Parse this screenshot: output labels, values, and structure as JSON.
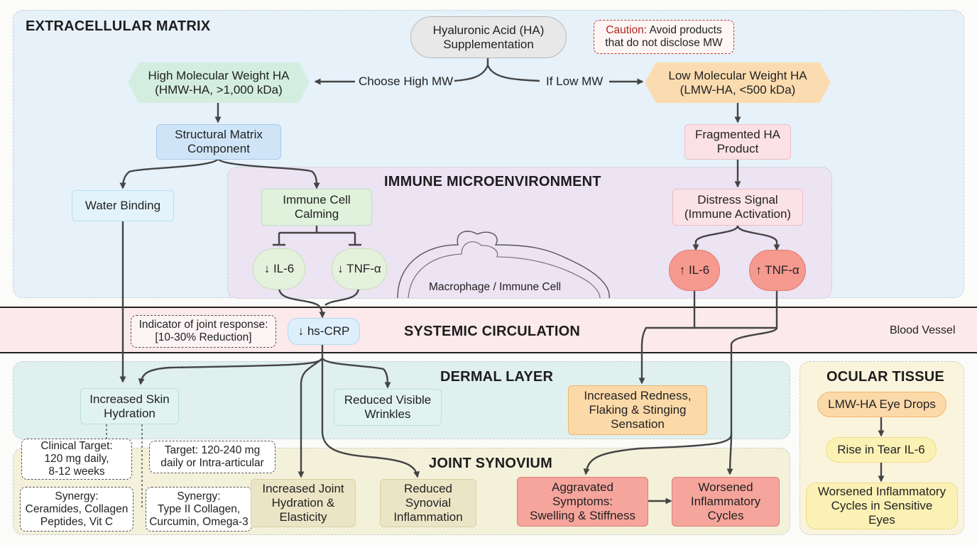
{
  "regions": {
    "ecm": "EXTRACELLULAR MATRIX",
    "immune": "IMMUNE MICROENVIRONMENT",
    "systemic": "SYSTEMIC CIRCULATION",
    "blood_vessel": "Blood Vessel",
    "dermal": "DERMAL LAYER",
    "ocular": "OCULAR TISSUE",
    "joint": "JOINT SYNOVIUM"
  },
  "nodes": {
    "ha": "Hyaluronic Acid (HA)\nSupplementation",
    "caution_word": "Caution:",
    "caution_text": " Avoid products\nthat do not disclose MW",
    "choose_high": "Choose High MW",
    "if_low": "If Low MW",
    "hmw": "High Molecular Weight HA\n(HMW-HA, >1,000 kDa)",
    "lmw": "Low Molecular Weight HA\n(LMW-HA, <500 kDa)",
    "structural": "Structural Matrix\nComponent",
    "fragmented": "Fragmented HA\nProduct",
    "water": "Water Binding",
    "calming": "Immune Cell\nCalming",
    "distress": "Distress Signal\n(Immune Activation)",
    "il6_down": "↓ IL-6",
    "tnf_down": "↓ TNF-α",
    "il6_up": "↑ IL-6",
    "tnf_up": "↑ TNF-α",
    "macrophage": "Macrophage / Immune Cell",
    "indicator": "Indicator of joint response:\n[10-30% Reduction]",
    "crp": "↓ hs-CRP",
    "skin_hydration": "Increased Skin\nHydration",
    "wrinkles": "Reduced Visible\nWrinkles",
    "redness": "Increased Redness,\nFlaking & Stinging\nSensation",
    "eye_drops": "LMW-HA Eye Drops",
    "tear_il6": "Rise in Tear IL-6",
    "worsened_eyes": "Worsened Inflammatory\nCycles in Sensitive\nEyes",
    "clinical_target": "Clinical Target:\n120 mg daily,\n8-12 weeks",
    "target_joint": "Target: 120-240 mg\ndaily or Intra-articular",
    "synergy_skin": "Synergy:\nCeramides, Collagen\nPeptides, Vit C",
    "synergy_joint": "Synergy:\nType II Collagen,\nCurcumin, Omega-3",
    "joint_hydration": "Increased Joint\nHydration &\nElasticity",
    "synovial": "Reduced\nSynovial\nInflammation",
    "aggravated": "Aggravated\nSymptoms:\nSwelling & Stiffness",
    "worsened_cycles": "Worsened\nInflammatory\nCycles"
  },
  "colors": {
    "ecm_bg": "#e6f1fa",
    "immune_bg": "#ece3f3",
    "systemic_bg": "#fbe9ec",
    "dermal_bg": "#dff0ee",
    "ocular_bg": "#fbf4dd",
    "joint_bg": "#f3f1da",
    "caution_red": "#b3261e",
    "arrow": "#444444"
  }
}
